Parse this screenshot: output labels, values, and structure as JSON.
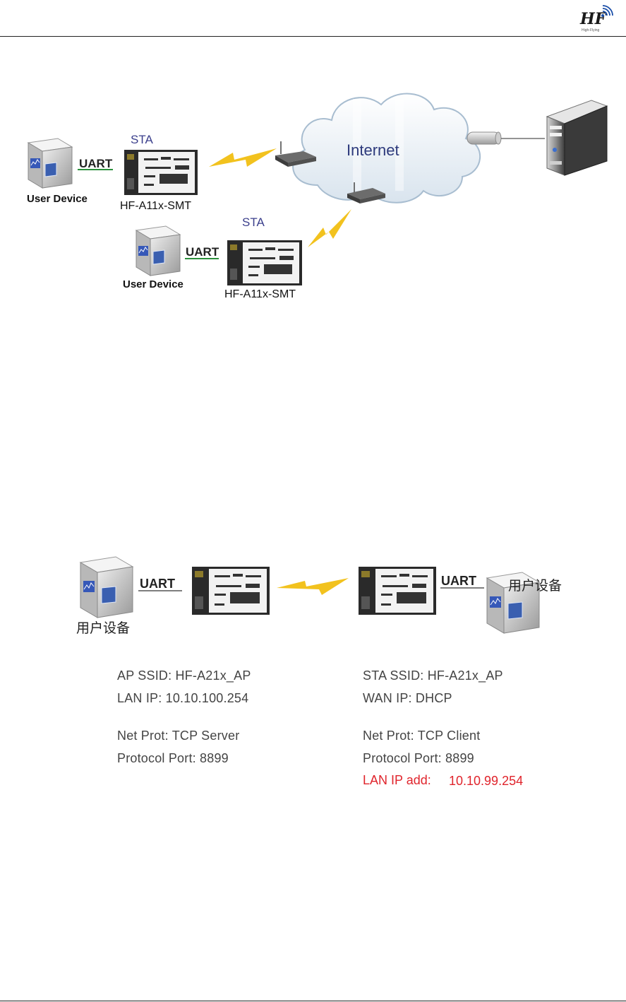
{
  "header": {
    "logo_text": "HF",
    "logo_subtext": "High-Flying"
  },
  "diagram1": {
    "internet_label": "Internet",
    "module_a": {
      "mode_label": "STA",
      "interface_label": "UART",
      "device_label": "User Device",
      "model_label": "HF-A11x-SMT"
    },
    "module_b": {
      "mode_label": "STA",
      "interface_label": "UART",
      "device_label": "User Device",
      "model_label": "HF-A11x-SMT"
    }
  },
  "diagram2": {
    "left": {
      "interface_label": "UART",
      "device_label": "用户设备",
      "ssid": "AP SSID: HF-A21x_AP",
      "ip": "LAN IP: 10.10.100.254",
      "net_prot": "Net Prot: TCP Server",
      "port": "Protocol Port: 8899"
    },
    "right": {
      "interface_label": "UART",
      "device_label": "用户设备",
      "ssid": "STA SSID: HF-A21x_AP",
      "ip": "WAN IP: DHCP",
      "net_prot": "Net Prot: TCP Client",
      "port": "Protocol Port: 8899",
      "lan_ip_label": "LAN IP add:",
      "lan_ip_value": "10.10.99.254"
    }
  },
  "colors": {
    "accent_red": "#e0242c",
    "lightning": "#f2c21e",
    "sta_blue": "#3b3f8c"
  }
}
